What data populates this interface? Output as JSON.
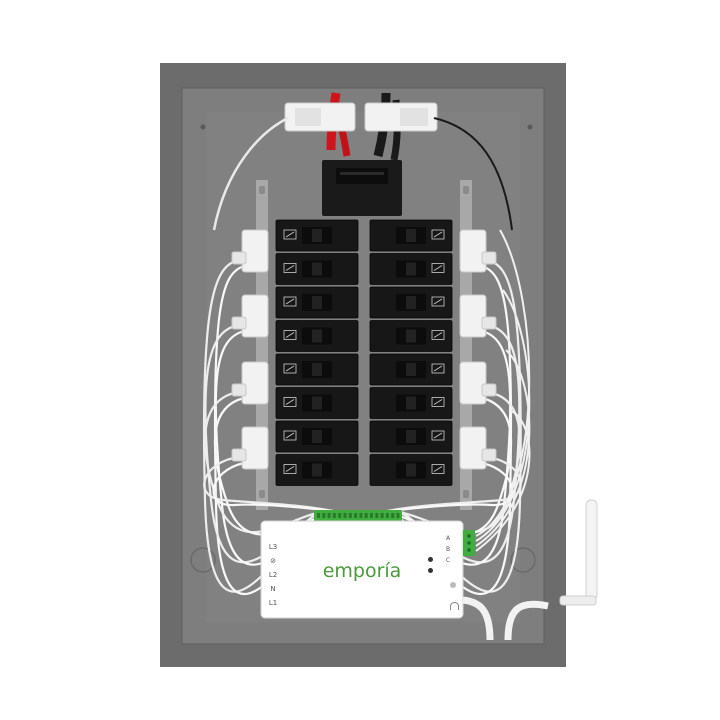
{
  "monitor": {
    "brand": "emporía",
    "terminal_labels": [
      "L3",
      "⊘",
      "L2",
      "N",
      "L1"
    ],
    "status_labels": [
      "A",
      "B",
      "C"
    ],
    "brand_color": "#4a9a3a"
  },
  "colors": {
    "enclosure": "#6f6f6f",
    "back_plate": "#7d7d7d",
    "breaker": "#161616",
    "wire_red": "#d0141b",
    "wire_black": "#1a1a1a",
    "connector_green": "#3fae3f"
  }
}
